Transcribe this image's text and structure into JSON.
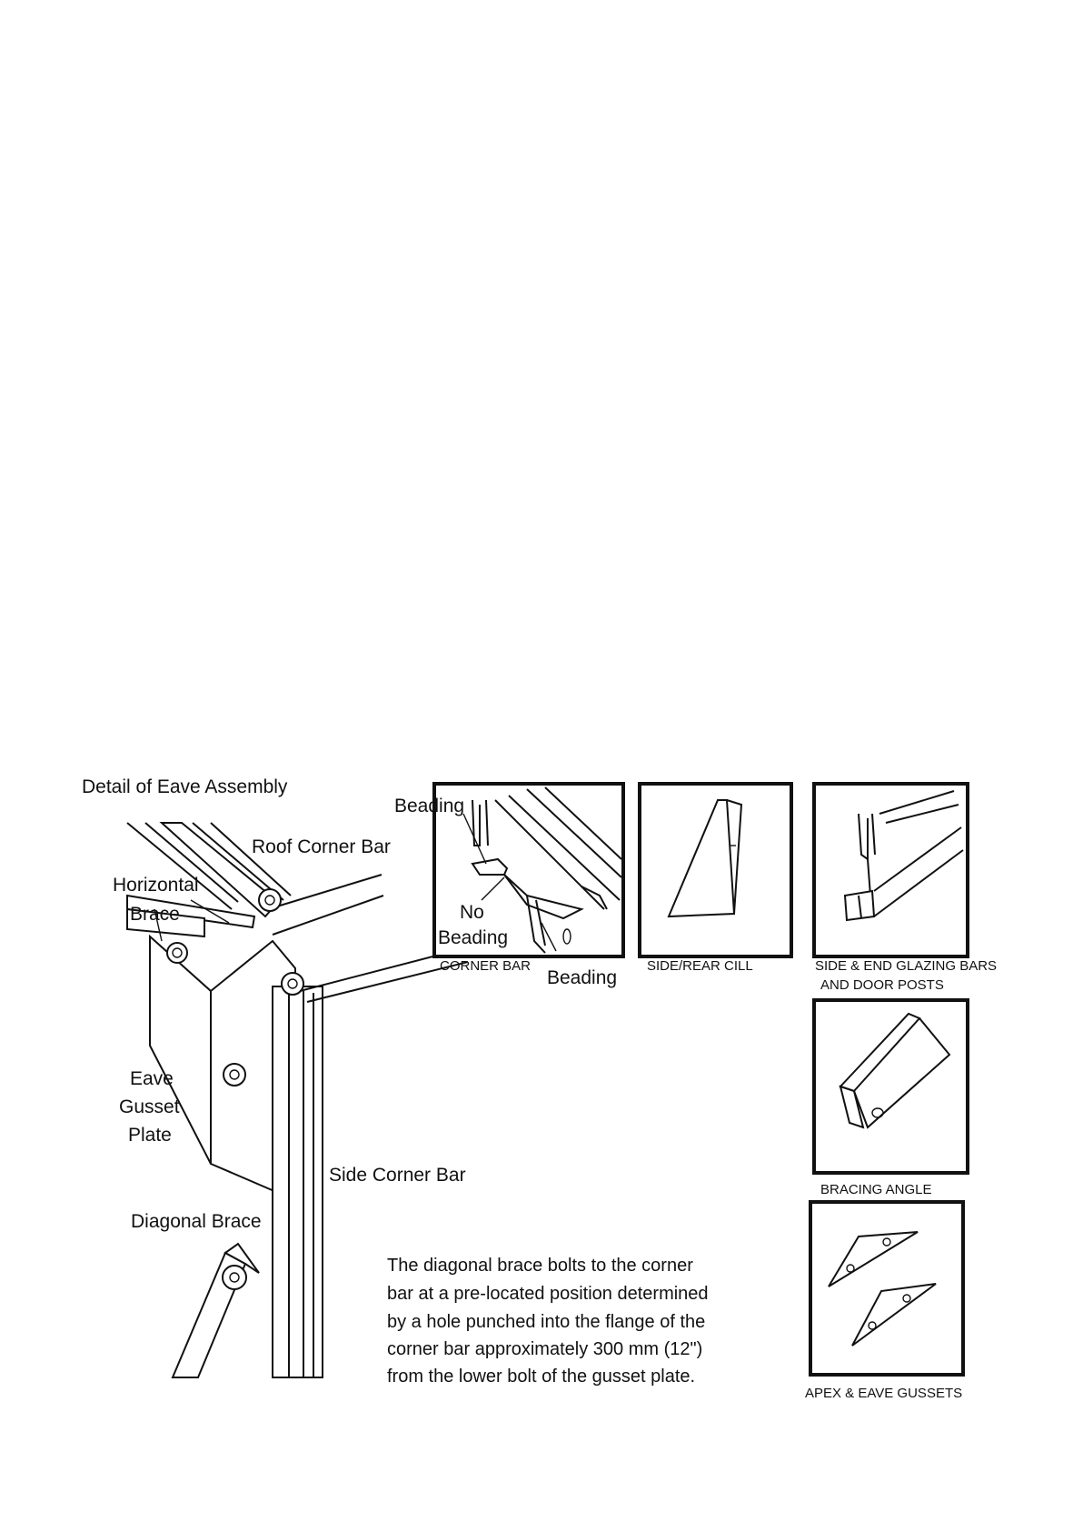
{
  "eave_detail": {
    "title": "Detail of Eave Assembly",
    "labels": {
      "roof_corner_bar": "Roof Corner Bar",
      "horizontal_brace_1": "Horizontal",
      "horizontal_brace_2": "Brace",
      "eave_gusset_1": "Eave",
      "eave_gusset_2": "Gusset",
      "eave_gusset_3": "Plate",
      "side_corner_bar": "Side Corner Bar",
      "diagonal_brace": "Diagonal Brace"
    }
  },
  "corner_bar_panel": {
    "beading_top": "Beading",
    "no_beading_1": "No",
    "no_beading_2": "Beading",
    "beading_bottom": "Beading",
    "caption": "CORNER BAR"
  },
  "panels": {
    "cill_caption": "SIDE/REAR CILL",
    "glazing_caption_1": "SIDE & END GLAZING BARS",
    "glazing_caption_2": "AND DOOR POSTS",
    "bracing_caption": "BRACING ANGLE",
    "gussets_caption": "APEX & EAVE GUSSETS"
  },
  "note": {
    "lines": [
      "The diagonal brace bolts to the corner",
      "bar at a pre-located position determined",
      "by a hole punched into the flange of the",
      "corner bar approximately 300 mm (12\")",
      "from the lower bolt of the gusset plate."
    ]
  }
}
